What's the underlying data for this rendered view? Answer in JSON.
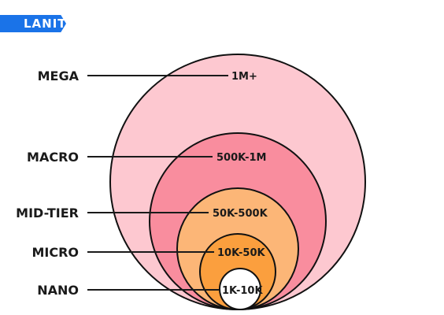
{
  "brand": {
    "logo_text": "LANIT",
    "accent_color": "#1a73e8"
  },
  "tiers": [
    {
      "name": "MEGA",
      "range": "1M+",
      "color": "#fdc8d0"
    },
    {
      "name": "MACRO",
      "range": "500K-1M",
      "color": "#f98d9e"
    },
    {
      "name": "MID-TIER",
      "range": "50K-500K",
      "color": "#fcb677"
    },
    {
      "name": "MICRO",
      "range": "10K-50K",
      "color": "#fb9f3e"
    },
    {
      "name": "NANO",
      "range": "1K-10K",
      "color": "#ffffff"
    }
  ]
}
